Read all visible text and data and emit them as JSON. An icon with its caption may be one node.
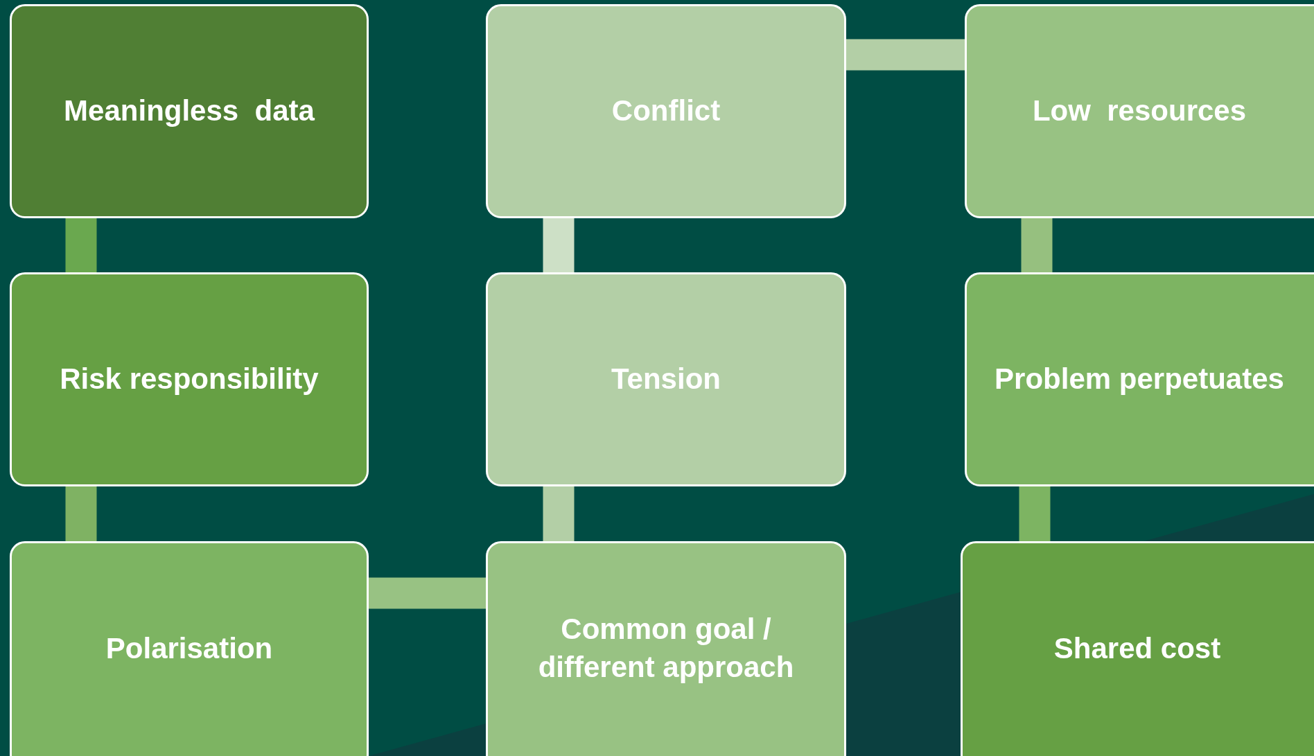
{
  "diagram": {
    "nodes": [
      {
        "text": [
          "Meaningless  data"
        ]
      },
      {
        "text": [
          "Risk responsibility"
        ]
      },
      {
        "text": [
          "Polarisation"
        ]
      },
      {
        "text": [
          "Conflict"
        ]
      },
      {
        "text": [
          "Tension"
        ]
      },
      {
        "text": [
          "Common goal / different approach"
        ]
      },
      {
        "text": [
          "Low  resources"
        ]
      },
      {
        "text": [
          "Problem perpetuates"
        ]
      },
      {
        "text": [
          "Shared cost"
        ]
      }
    ],
    "edges": [
      {
        "from": 0,
        "to": 1,
        "arrow": "none",
        "color": "#6aa84f"
      },
      {
        "from": 1,
        "to": 2,
        "arrow": "none",
        "color": "#7fb263"
      },
      {
        "from": 2,
        "to": 5,
        "arrow": "none",
        "color": "#98c283"
      },
      {
        "from": 3,
        "to": 4,
        "arrow": "none",
        "color": "#cde0c6"
      },
      {
        "from": 4,
        "to": 5,
        "arrow": "none",
        "color": "#b3cfa6"
      },
      {
        "from": 3,
        "to": 6,
        "arrow": "none",
        "color": "#b3cfa6"
      },
      {
        "from": 6,
        "to": 7,
        "arrow": "none",
        "color": "#96c07f"
      },
      {
        "from": 7,
        "to": 8,
        "arrow": "none",
        "color": "#7db462"
      }
    ]
  }
}
